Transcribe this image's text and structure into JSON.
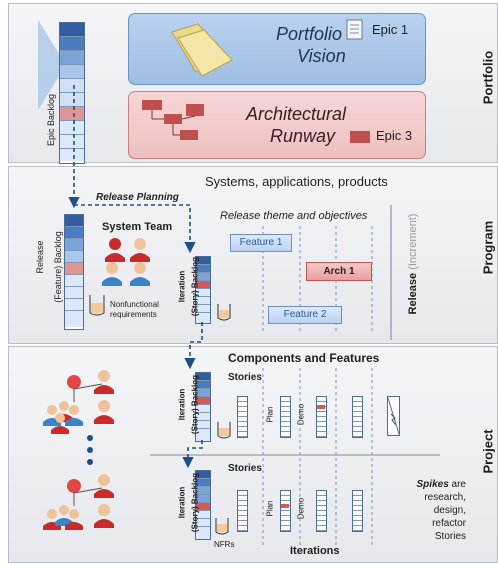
{
  "portfolio": {
    "section_label": "Portfolio",
    "epic_backlog_label": "Epic Backlog",
    "vision_title_line1": "Portfolio",
    "vision_title_line2": "Vision",
    "epic1_label": "Epic 1",
    "runway_title_line1": "Architectural",
    "runway_title_line2": "Runway",
    "epic3_label": "Epic  3"
  },
  "program": {
    "section_label": "Program",
    "header": "Systems, applications, products",
    "release_planning": "Release Planning",
    "release_backlog_line1": "Release",
    "release_backlog_line2": "(Feature) Backlog",
    "system_team": "System Team",
    "nonfunctional_line1": "Nonfunctional",
    "nonfunctional_line2": "requirements",
    "iteration_backlog_line1": "Iteration",
    "iteration_backlog_line2": "(Story) Backlog",
    "release_theme": "Release theme and objectives",
    "feature1": "Feature 1",
    "feature2": "Feature 2",
    "arch1": "Arch 1",
    "release_label": "Release",
    "increment_label": "(Increment)"
  },
  "project": {
    "section_label": "Project",
    "header": "Components and Features",
    "stories1": "Stories",
    "stories2": "Stories",
    "iteration_backlog_line1": "Iteration",
    "iteration_backlog_line2": "(Story) Backlog",
    "plan": "Plan",
    "demo": "Demo",
    "nfrs": "NFRs",
    "iterations": "Iterations",
    "spikes_word": "Spikes",
    "spikes_rest1": " are",
    "spikes_line2": "research,",
    "spikes_line3": "design,",
    "spikes_line4": "refactor",
    "spikes_line5": "Stories"
  },
  "colors": {
    "backlog_blue": "#dbe8f8",
    "backlog_red": "#d45a5a",
    "arrow_blue": "#1f4f8a",
    "feature_text": "#2d5a96",
    "people_red": "#c72b2b"
  }
}
